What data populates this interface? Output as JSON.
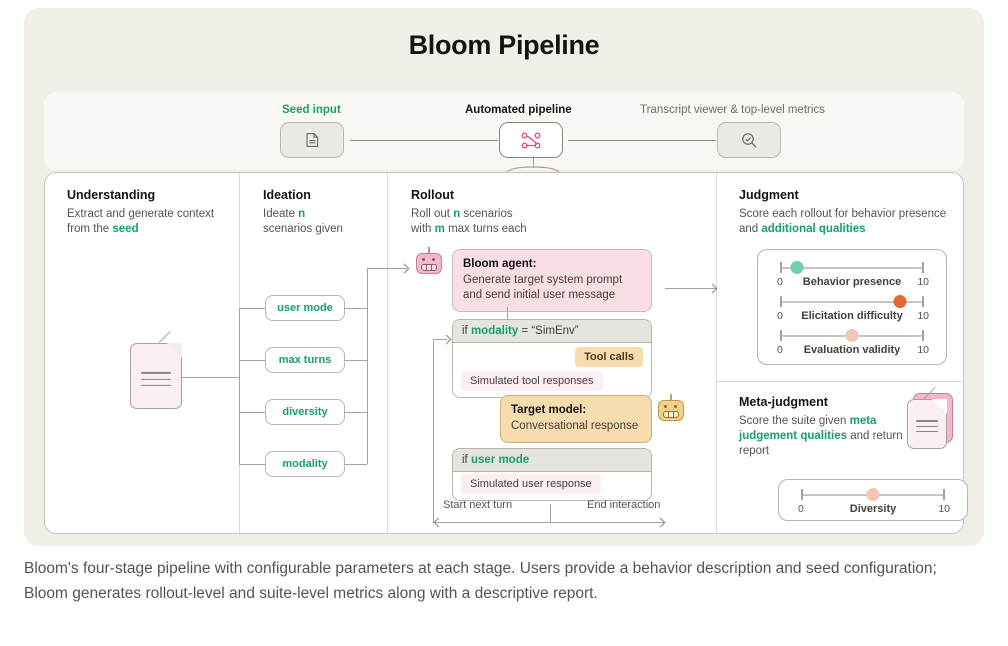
{
  "title": "Bloom Pipeline",
  "pipeline_band": {
    "nodes": [
      {
        "label": "Seed input",
        "icon": "document-icon",
        "style": "green"
      },
      {
        "label": "Automated pipeline",
        "icon": "workflow-nodes-icon",
        "style": "dark"
      },
      {
        "label": "Transcript viewer & top-level metrics",
        "icon": "magnifier-check-icon",
        "style": "gray"
      }
    ]
  },
  "columns": [
    {
      "title": "Understanding",
      "desc_before": "Extract and generate context from the ",
      "desc_green": "seed",
      "desc_after": ""
    },
    {
      "title": "Ideation",
      "desc_before": "Ideate ",
      "desc_green": "n",
      "desc_after": " scenarios given",
      "params": [
        "user mode",
        "max turns",
        "diversity",
        "modality"
      ]
    },
    {
      "title": "Rollout",
      "desc_before": "Roll out ",
      "desc_green": "n",
      "desc_mid": " scenarios with ",
      "desc_green2": "m",
      "desc_after": " max turns each"
    },
    {
      "title": "Judgment",
      "desc_before": "Score each rollout for behavior presence and ",
      "desc_green": "additional qualities",
      "desc_after": ""
    }
  ],
  "rollout": {
    "agent_card": {
      "title": "Bloom agent:",
      "body": "Generate target system prompt and send initial user message"
    },
    "simenv_block": {
      "cond_if": "if ",
      "cond_green": "modality",
      "cond_tail": " = “SimEnv”",
      "tool_calls_chip": "Tool calls",
      "sim_tool_chip": "Simulated tool responses"
    },
    "target_card": {
      "title": "Target model:",
      "body": "Conversational response"
    },
    "usermode_block": {
      "cond_if": "if ",
      "cond_green": "user mode",
      "sim_user_chip": "Simulated user response"
    },
    "loop_labels": {
      "left": "Start next turn",
      "right": "End interaction"
    }
  },
  "judgment": {
    "sliders": [
      {
        "label": "Behavior presence",
        "min": "0",
        "max": "10",
        "value": 1.2,
        "color": "#6fcfae"
      },
      {
        "label": "Elicitation difficulty",
        "min": "0",
        "max": "10",
        "value": 8.3,
        "color": "#e8653a"
      },
      {
        "label": "Evaluation validity",
        "min": "0",
        "max": "10",
        "value": 5.0,
        "color": "#f6c4b2"
      }
    ]
  },
  "meta_judgment": {
    "title": "Meta-judgment",
    "desc_before": "Score the suite given ",
    "desc_green": "meta judgement qualities",
    "desc_after": " and return report",
    "sliders": [
      {
        "label": "Diversity",
        "min": "0",
        "max": "10",
        "value": 5.0,
        "color": "#f6c4b2"
      }
    ]
  },
  "caption": "Bloom's four-stage pipeline with configurable parameters at each stage. Users provide a behavior description and seed configuration; Bloom generates rollout-level and suite-level metrics along with a descriptive report.",
  "colors": {
    "accent_green": "#16a06a",
    "pink": "#f7dfe3",
    "amber": "#f7dcae",
    "card_bg": "#f2efe9"
  }
}
